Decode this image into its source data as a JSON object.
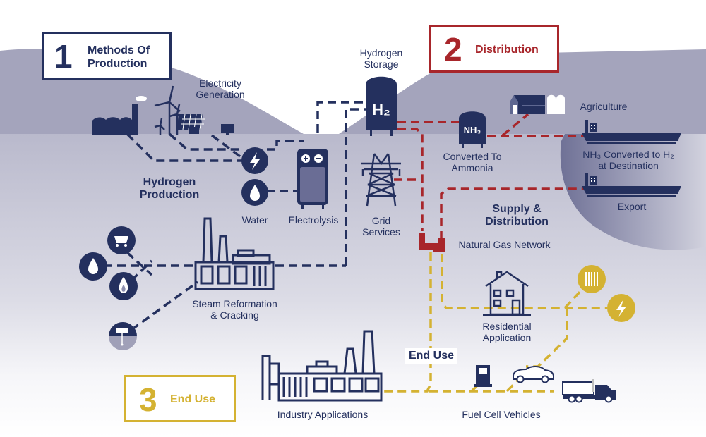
{
  "colors": {
    "navy": "#24305e",
    "red": "#a8262b",
    "gold": "#d4b232",
    "hill": "#a3a3bb",
    "ground": "#c8c8d6",
    "export_circle": "#8b8dab"
  },
  "sections": [
    {
      "number": "1",
      "title": "Methods Of Production",
      "title_line1": "Methods Of",
      "title_line2": "Production",
      "color": "#24305e"
    },
    {
      "number": "2",
      "title": "Distribution",
      "color": "#a8262b"
    },
    {
      "number": "3",
      "title": "End Use",
      "color": "#d4b232"
    }
  ],
  "labels": {
    "electricity_generation": [
      "Electricity",
      "Generation"
    ],
    "hydrogen_storage": [
      "Hydrogen",
      "Storage"
    ],
    "hydrogen_storage_tank": "H₂",
    "ammonia_tank": "NH₃",
    "agriculture": "Agriculture",
    "converted_to_ammonia": [
      "Converted To",
      "Ammonia"
    ],
    "nh3_destination": [
      "NH₃ Converted to H₂",
      "at Destination"
    ],
    "export": "Export",
    "hydrogen_production": [
      "Hydrogen",
      "Production"
    ],
    "water": "Water",
    "electrolysis": "Electrolysis",
    "grid_services": [
      "Grid",
      "Services"
    ],
    "supply_distribution": [
      "Supply &",
      "Distribution"
    ],
    "natural_gas_network": "Natural Gas Network",
    "steam_reformation": [
      "Steam Reformation",
      "& Cracking"
    ],
    "residential_application": [
      "Residential",
      "Application"
    ],
    "end_use": "End Use",
    "industry_applications": "Industry Applications",
    "fuel_cell_vehicles": "Fuel Cell Vehicles"
  },
  "icons": {
    "fossil_factory": "factory-icon",
    "wind_turbines": "wind-turbine-icon",
    "solar_panels": "solar-panel-icon",
    "electricity": "lightning-icon",
    "water": "water-drop-icon",
    "electrolyzer": "electrolyzer-icon",
    "storage": "storage-tank-icon",
    "grid": "power-pylon-icon",
    "ammonia": "ammonia-tank-icon",
    "barn": "barn-silo-icon",
    "ship": "cargo-ship-icon",
    "pipe": "pipe-icon",
    "coal": "coal-cart-icon",
    "oil": "oil-drop-icon",
    "gas": "gas-flame-icon",
    "well": "gas-well-icon",
    "steam_plant": "refinery-icon",
    "house": "house-icon",
    "heater": "radiator-icon",
    "power": "lightning-icon",
    "industry": "industrial-plant-icon",
    "fuel_pump": "fuel-pump-icon",
    "car": "car-icon",
    "truck": "truck-icon"
  }
}
